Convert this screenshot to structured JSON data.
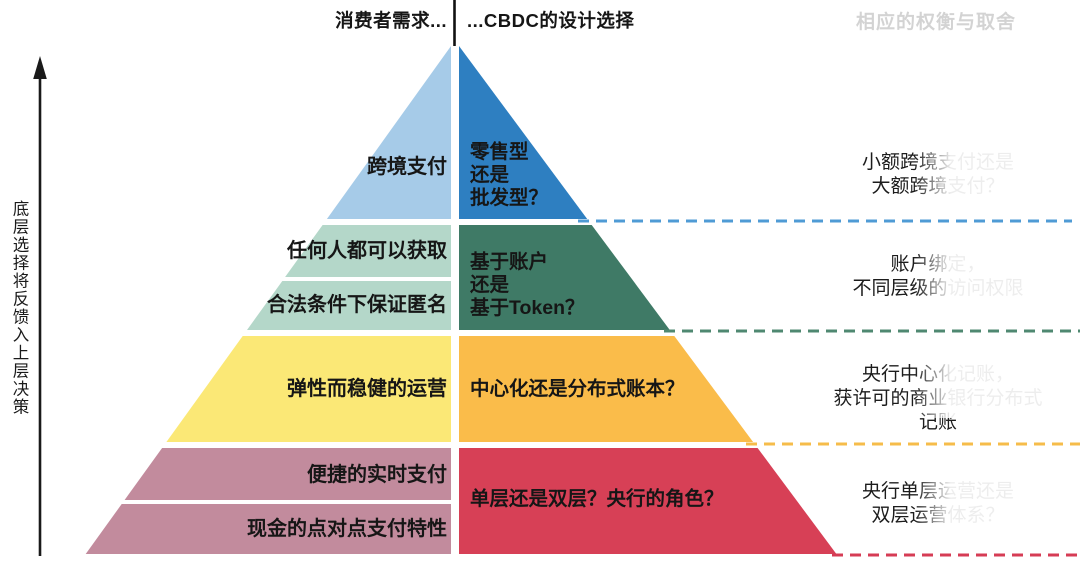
{
  "header": {
    "consumer_needs": "消费者需求...",
    "design_choices": "...CBDC的设计选择",
    "faded_watermark": "相应的权衡与取舍"
  },
  "side_axis_label": "底层选择将反馈入上层决策",
  "pyramid": {
    "levels": [
      {
        "name": "cross-border-payments",
        "consumer_need": "跨境支付",
        "design_choice": "零售型\n还是\n批发型？",
        "annotation": "小额跨境支付还是\n大额跨境支付？"
      },
      {
        "name": "access-and-privacy",
        "consumer_need_top": "任何人都可以获取",
        "consumer_need_bottom": "合法条件下保证匿名",
        "design_choice": "基于账户\n还是\n基于Token？",
        "annotation": "账户绑定，\n不同层级的访问权限"
      },
      {
        "name": "infrastructure",
        "consumer_need": "弹性而稳健的运营",
        "design_choice": "中心化还是分布式账本？",
        "annotation": "央行中心化记账，\n获许可的商业银行分布式记账"
      },
      {
        "name": "architecture",
        "consumer_need_top": "便捷的实时支付",
        "consumer_need_bottom": "现金的点对点支付特性",
        "design_choice": "单层还是双层？央行的角色？",
        "annotation": "央行单层运营还是\n双层运营体系？"
      }
    ]
  },
  "colors": {
    "l1_left": "#a6cbe8",
    "l1_right": "#2e7fc1",
    "l2_left": "#b4d7c9",
    "l2_right": "#3f7a66",
    "l3_left": "#fbe876",
    "l3_right": "#fabc4a",
    "l4_left": "#c28b9d",
    "l4_right": "#d74056",
    "dash_blue": "#4f9bd5",
    "dash_green": "#4f8871",
    "dash_amber": "#f6bc4a",
    "dash_red": "#d63c55",
    "arrow": "#1a1a1a",
    "header_divider": "#111111"
  }
}
